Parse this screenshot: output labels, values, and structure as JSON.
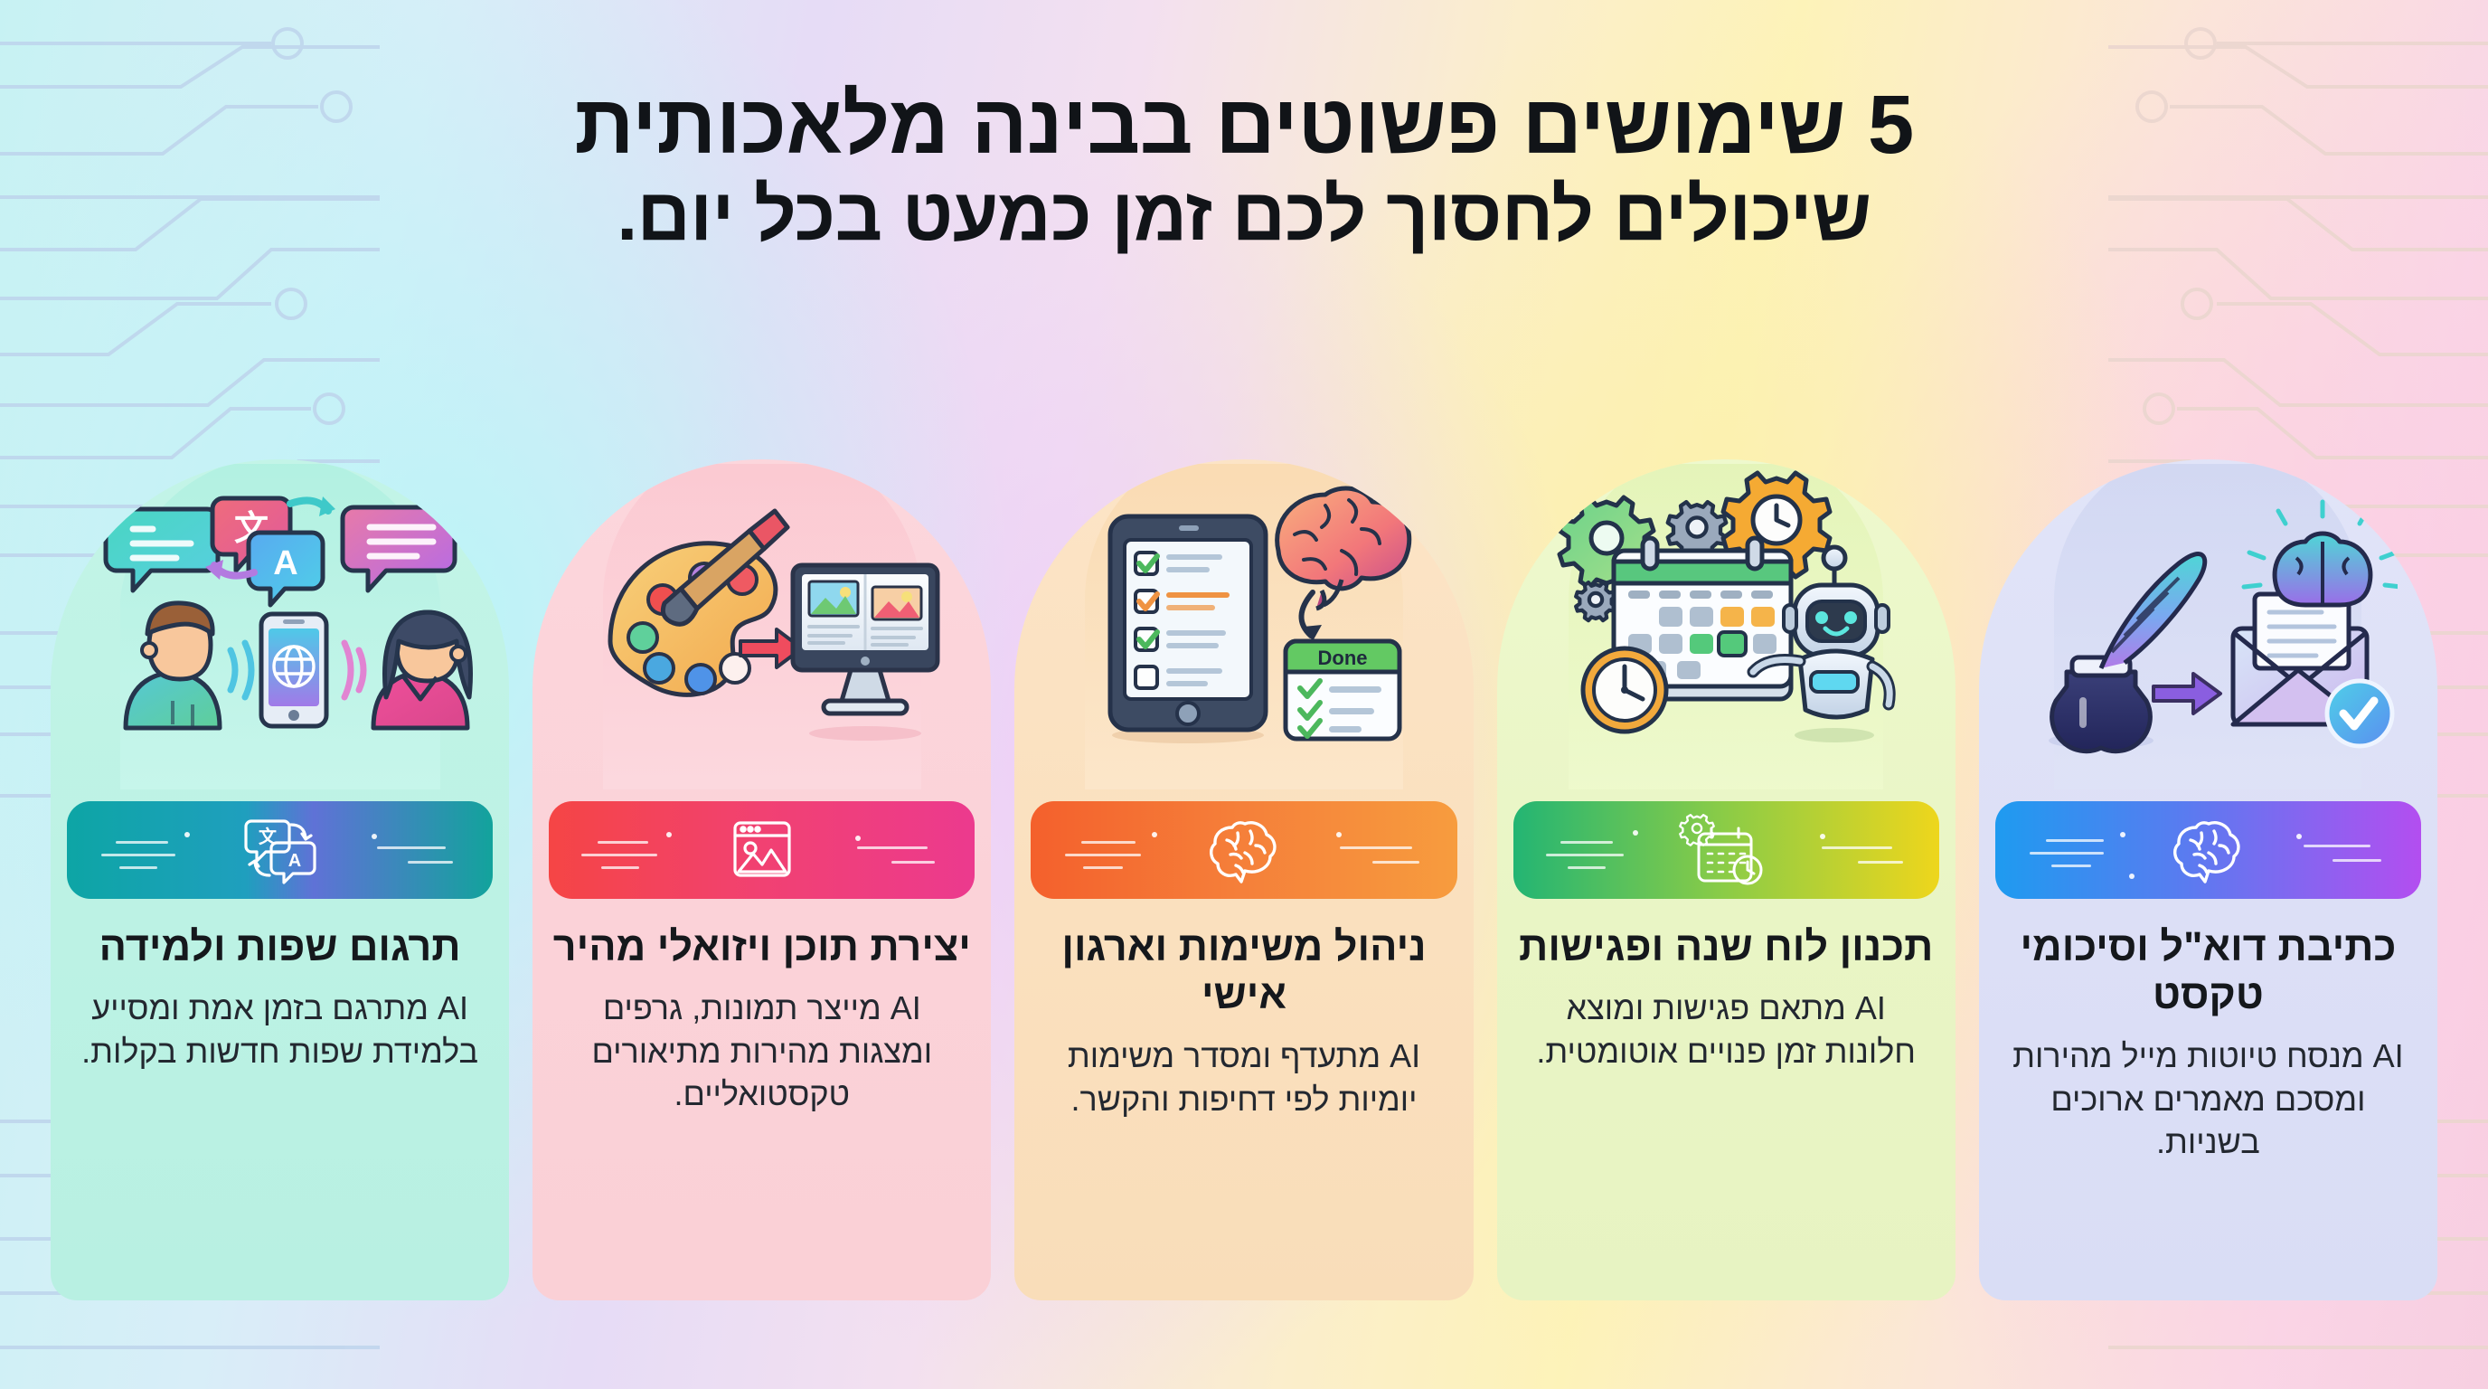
{
  "header": {
    "title_line1": "5 שימושים פשוטים בבינה מלאכותית",
    "title_line2": "שיכולים לחסוך לכם זמן כמעט בכל יום."
  },
  "background": {
    "gradient_stops": [
      "#c7f2f3",
      "#e6dcf6",
      "#fdf3b9",
      "#f6cfe0"
    ],
    "circuit_left_color": "#c3d9ef",
    "circuit_right_color": "#ecd8d2"
  },
  "cards": [
    {
      "id": "email-writing",
      "title": "כתיבת דוא\"ל וסיכומי טקסט",
      "body": "AI מנסח טיוטות מייל מהירות ומסכם מאמרים ארוכים בשניות.",
      "card_bg_top": "#dfe3f7",
      "card_bg_bottom": "#d8dcf5",
      "arch_tint": "#cdd4f0",
      "banner_from": "#1e9bf0",
      "banner_to": "#b34ef0",
      "banner_icon": "brain-icon",
      "illustration": "quill-inkwell-envelope-brain"
    },
    {
      "id": "calendar-planning",
      "title": "תכנון לוח שנה ופגישות",
      "body": "AI מתאם פגישות ומוצא חלונות זמן פנויים אוטומטית.",
      "card_bg_top": "#ecf7c8",
      "card_bg_bottom": "#e8f4c4",
      "arch_tint": "#e2f2b8",
      "banner_from": "#23b573",
      "banner_to": "#eed61c",
      "banner_icon": "calendar-gear-clock-icon",
      "illustration": "calendar-gears-clock-robot"
    },
    {
      "id": "task-management",
      "title": "ניהול משימות וארגון אישי",
      "body": "AI מתעדף ומסדר משימות יומיות לפי דחיפות והקשר.",
      "card_bg_top": "#fbe2c3",
      "card_bg_bottom": "#fadfbe",
      "arch_tint": "#f9dcb6",
      "banner_from": "#f4602c",
      "banner_to": "#f79c3e",
      "banner_icon": "brain-icon",
      "illustration": "tablet-checklist-brain-done"
    },
    {
      "id": "visual-content",
      "title": "יצירת תוכן ויזואלי מהיר",
      "body": "AI מייצר תמונות, גרפים ומצגות מהירות מתיאורים טקסטואליים.",
      "card_bg_top": "#fbd3d9",
      "card_bg_bottom": "#fad0d6",
      "arch_tint": "#fbc9d2",
      "banner_from": "#f54545",
      "banner_to": "#ec3a8e",
      "banner_icon": "image-window-icon",
      "illustration": "palette-brush-monitor-images"
    },
    {
      "id": "translation-learning",
      "title": "תרגום שפות ולמידה",
      "body": "AI מתרגם בזמן אמת ומסייע בלמידת שפות חדשות בקלות.",
      "card_bg_top": "#bdf2e4",
      "card_bg_bottom": "#b8f0e2",
      "arch_tint": "#b0eee0",
      "banner_from": "#0da5a5",
      "banner_to": "#14a39f",
      "banner_icon": "translate-icon",
      "illustration": "people-phone-speech-translate"
    }
  ],
  "illustration_labels": {
    "done_badge": "Done",
    "translate_char_cjk": "文",
    "translate_char_latin": "A"
  }
}
